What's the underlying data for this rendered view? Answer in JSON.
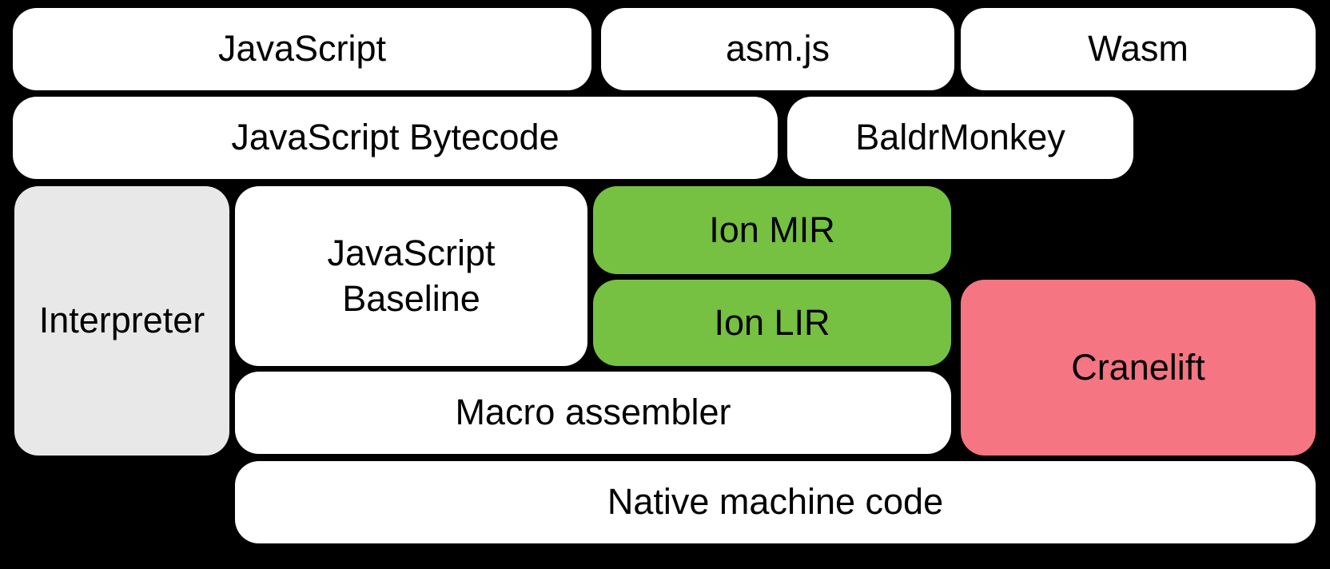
{
  "colors": {
    "background": "#000000",
    "box_white": "#ffffff",
    "box_gray": "#e8e8e8",
    "box_green": "#76c042",
    "box_pink": "#f57583",
    "text": "#000000"
  },
  "diagram": {
    "boxes": [
      {
        "id": "javascript",
        "label": "JavaScript"
      },
      {
        "id": "asm-js",
        "label": "asm.js"
      },
      {
        "id": "wasm",
        "label": "Wasm"
      },
      {
        "id": "javascript-bytecode",
        "label": "JavaScript Bytecode"
      },
      {
        "id": "baldrmonkey",
        "label": "BaldrMonkey"
      },
      {
        "id": "interpreter",
        "label": "Interpreter"
      },
      {
        "id": "javascript-baseline",
        "label": "JavaScript\nBaseline"
      },
      {
        "id": "ion-mir",
        "label": "Ion MIR"
      },
      {
        "id": "ion-lir",
        "label": "Ion LIR"
      },
      {
        "id": "cranelift",
        "label": "Cranelift"
      },
      {
        "id": "macro-assembler",
        "label": "Macro assembler"
      },
      {
        "id": "native-machine-code",
        "label": "Native machine code"
      }
    ]
  }
}
